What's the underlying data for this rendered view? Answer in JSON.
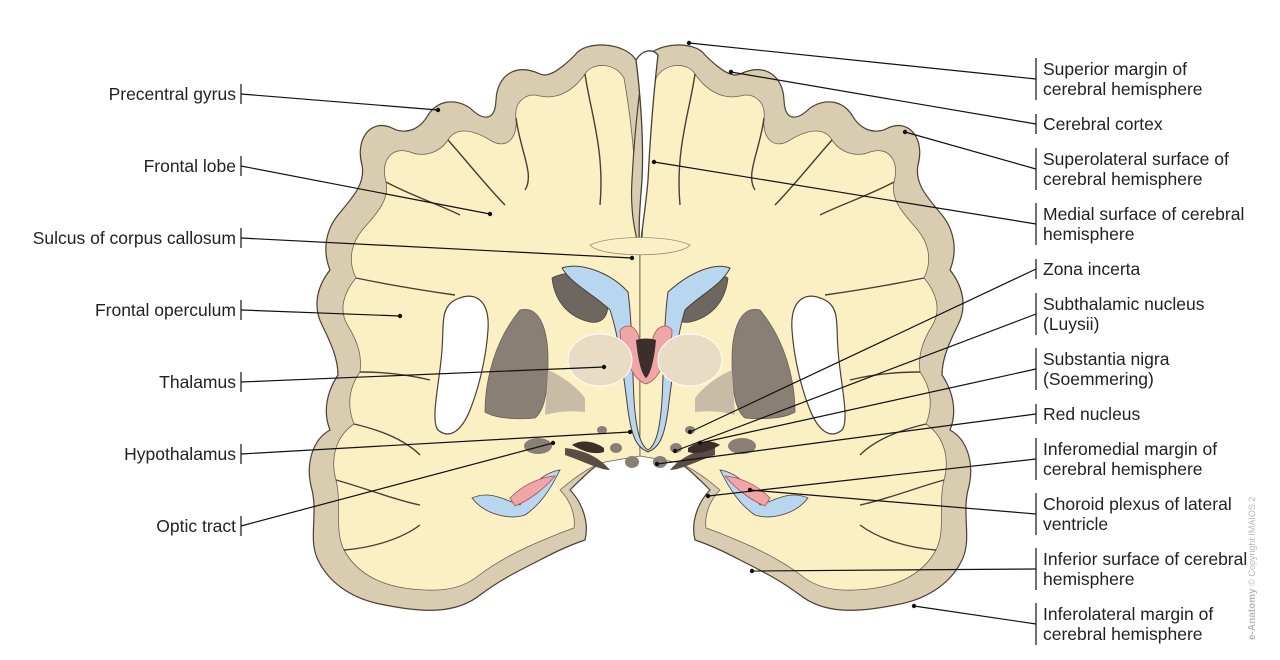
{
  "labels": {
    "precentral_gyrus": "Precentral gyrus",
    "frontal_lobe": "Frontal lobe",
    "sulcus_corpus_callosum": "Sulcus of corpus callosum",
    "frontal_operculum": "Frontal operculum",
    "thalamus": "Thalamus",
    "hypothalamus": "Hypothalamus",
    "optic_tract": "Optic tract",
    "superior_margin": [
      "Superior margin of",
      "cerebral hemisphere"
    ],
    "cerebral_cortex": "Cerebral cortex",
    "superolateral_surface": [
      "Superolateral surface of",
      "cerebral hemisphere"
    ],
    "medial_surface": [
      "Medial surface of cerebral",
      "hemisphere"
    ],
    "zona_incerta": "Zona incerta",
    "subthalamic_nucleus": [
      "Subthalamic nucleus",
      "(Luysii)"
    ],
    "substantia_nigra": [
      "Substantia nigra",
      "(Soemmering)"
    ],
    "red_nucleus": "Red nucleus",
    "inferomedial_margin": [
      "Inferomedial margin of",
      "cerebral hemisphere"
    ],
    "choroid_plexus": [
      "Choroid plexus of lateral",
      "ventricle"
    ],
    "inferior_surface": [
      "Inferior surface of cerebral",
      "hemisphere"
    ],
    "inferolateral_margin": [
      "Inferolateral margin of",
      "cerebral hemisphere"
    ]
  },
  "watermark": {
    "brand": "e-Anatomy",
    "copyright": "© Copyright IMAIOS 2"
  },
  "colors": {
    "white_matter": "#fbefc4",
    "cortex": "#d8cdb1",
    "outline": "#4a3f33",
    "ventricle": "#b9d6f0",
    "choroid": "#f0a6a6",
    "deep_gray": "#8a7f74",
    "dark_nucleus": "#5a4d44",
    "leader": "#111111"
  }
}
